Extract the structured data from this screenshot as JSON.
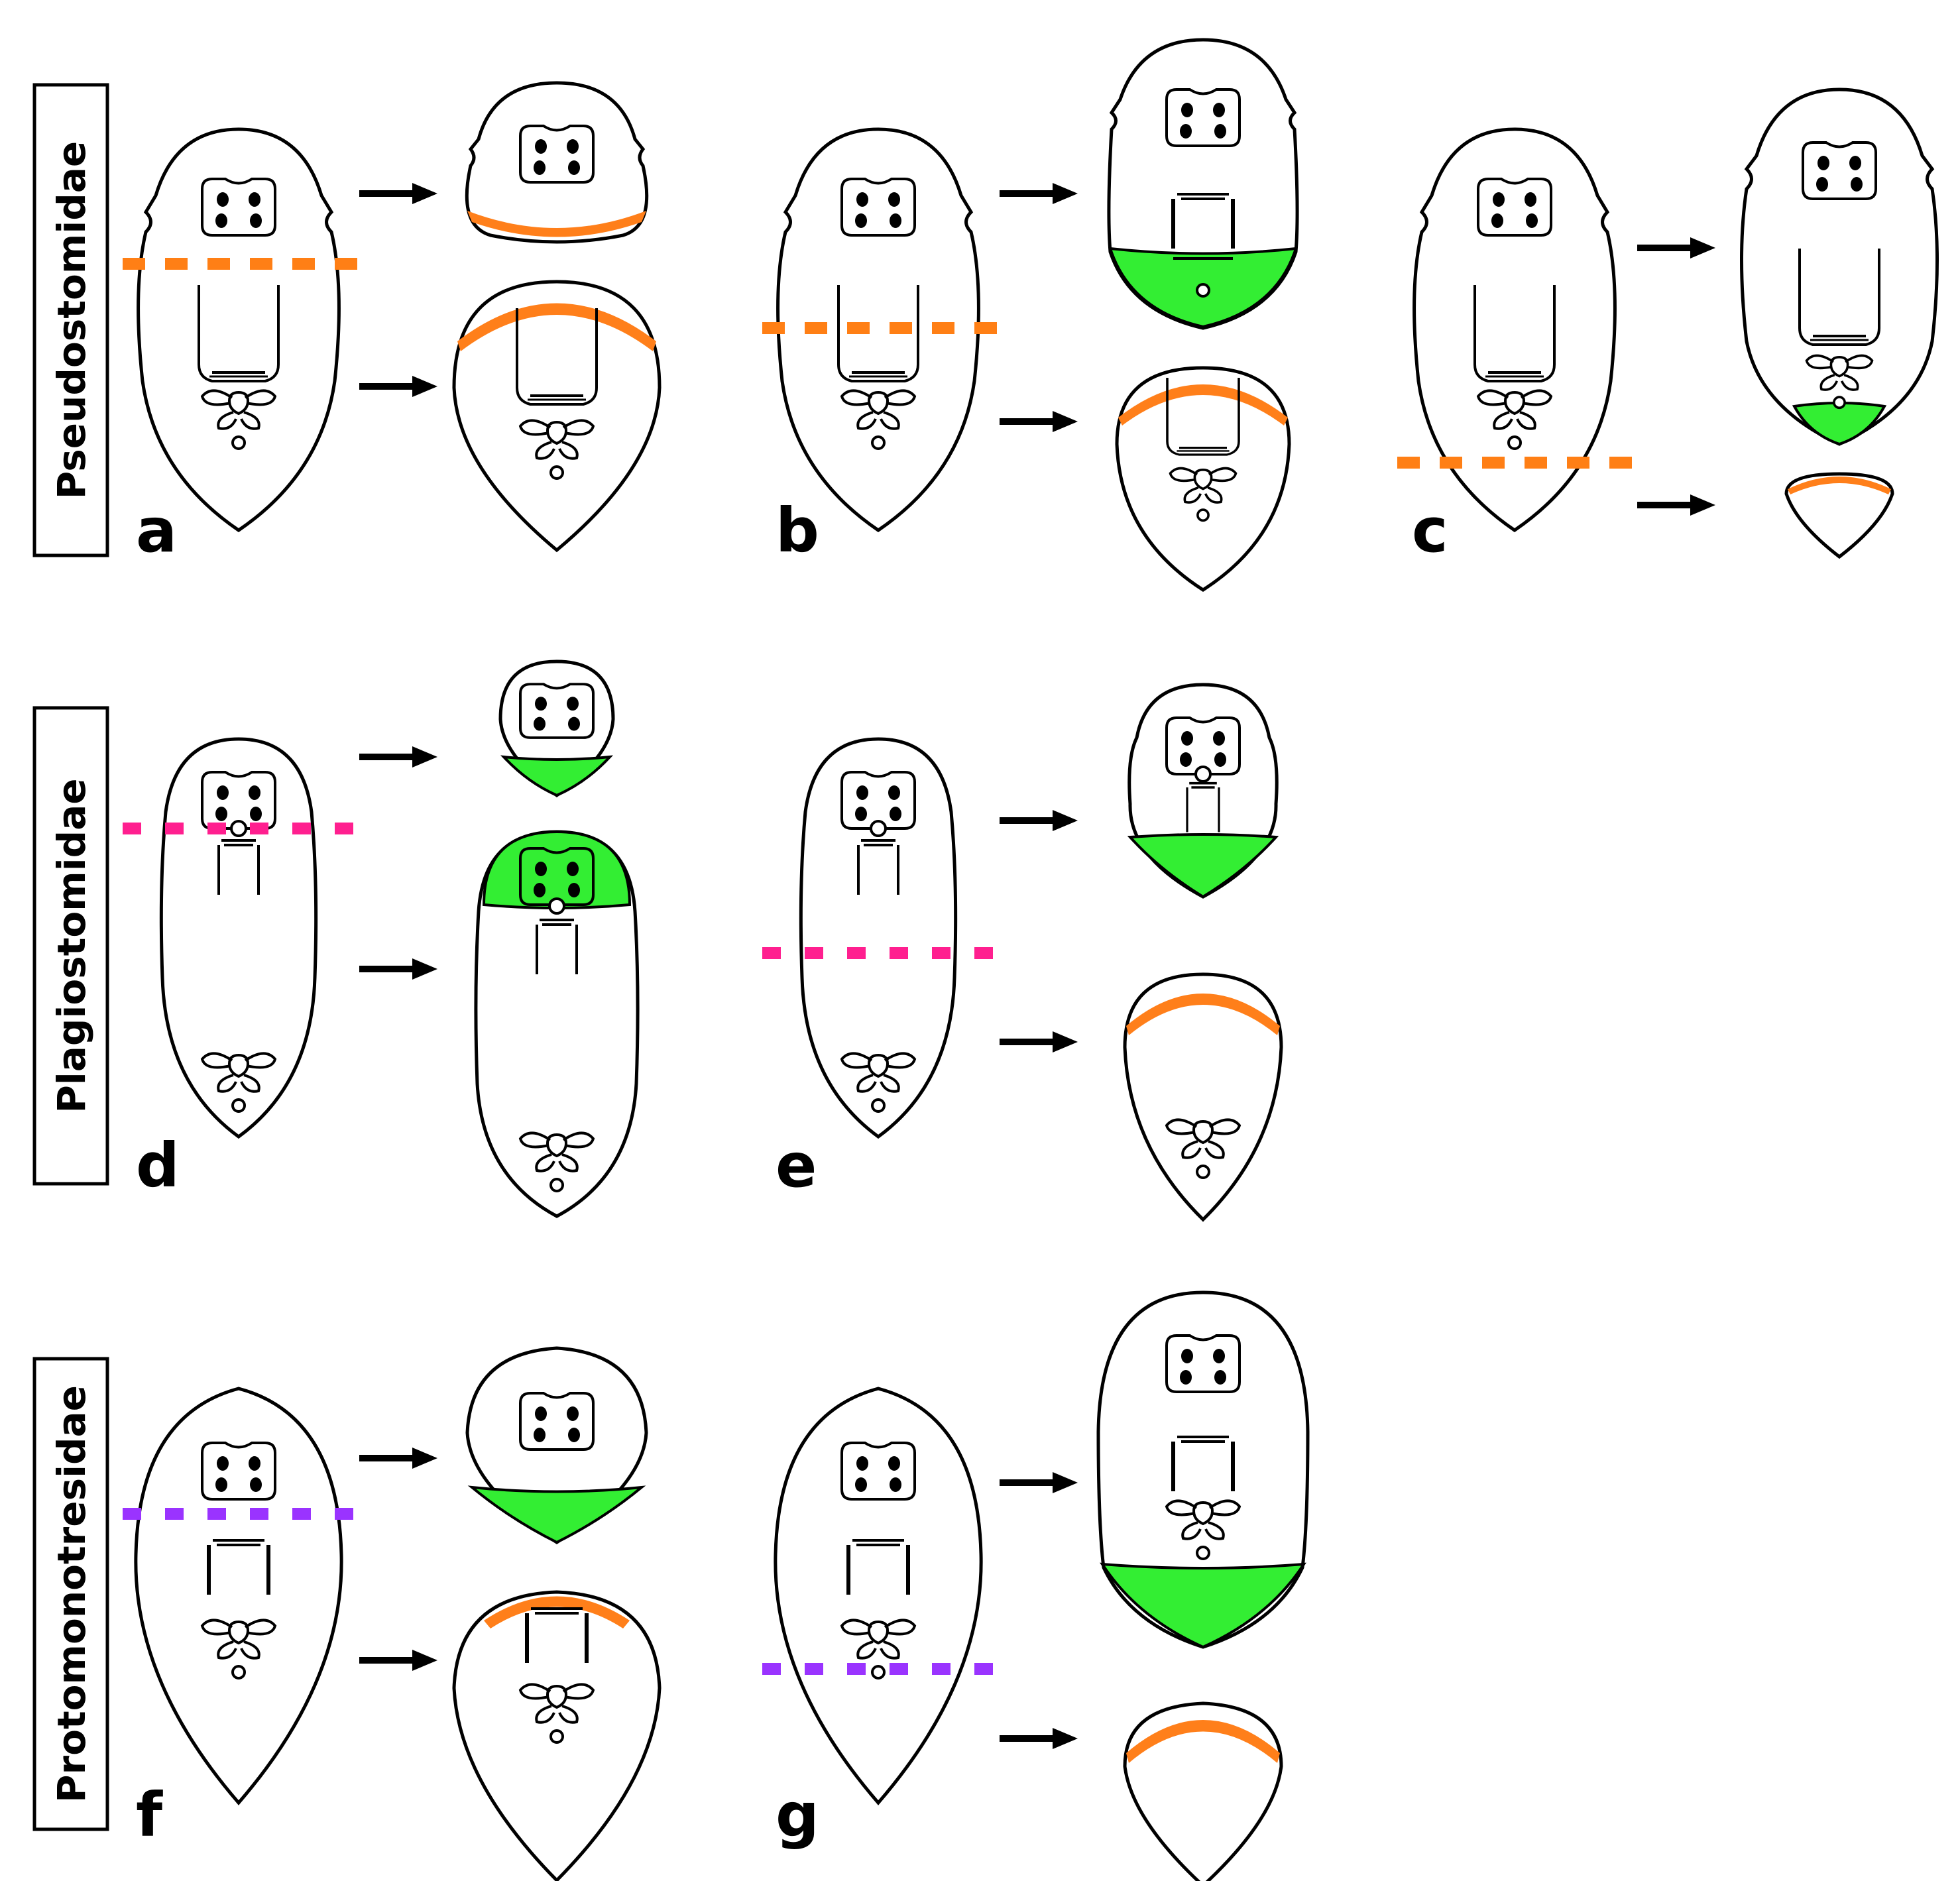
{
  "figure": {
    "colors": {
      "outline": "#000000",
      "cut_orange": "#ff7f15",
      "cut_pink": "#ff1f8f",
      "cut_purple": "#9a33ff",
      "wound_orange": "#ff7f1a",
      "regeneration_green": "#33ee33"
    },
    "families": [
      {
        "id": "pseudo",
        "label": "Pseudostomidae"
      },
      {
        "id": "plagio",
        "label": "Plagiostomidae"
      },
      {
        "id": "proto",
        "label": "Protomonotresidae"
      }
    ],
    "panels": [
      {
        "letter": "a",
        "family": "Pseudostomidae",
        "cut_color": "orange",
        "anterior_fragment": "wound closure",
        "posterior_fragment": "wound closure"
      },
      {
        "letter": "b",
        "family": "Pseudostomidae",
        "cut_color": "orange",
        "anterior_fragment": "regeneration",
        "posterior_fragment": "wound closure"
      },
      {
        "letter": "c",
        "family": "Pseudostomidae",
        "cut_color": "orange",
        "anterior_fragment": "regeneration",
        "posterior_fragment": "wound closure"
      },
      {
        "letter": "d",
        "family": "Plagiostomidae",
        "cut_color": "pink",
        "anterior_fragment": "regeneration",
        "posterior_fragment": "regeneration"
      },
      {
        "letter": "e",
        "family": "Plagiostomidae",
        "cut_color": "pink",
        "anterior_fragment": "regeneration",
        "posterior_fragment": "wound closure"
      },
      {
        "letter": "f",
        "family": "Protomonotresidae",
        "cut_color": "purple",
        "anterior_fragment": "regeneration",
        "posterior_fragment": "wound closure"
      },
      {
        "letter": "g",
        "family": "Protomonotresidae",
        "cut_color": "purple",
        "anterior_fragment": "regeneration",
        "posterior_fragment": "wound closure"
      }
    ],
    "icons": [
      "worm-body-icon",
      "eyes-icon",
      "pharynx-icon",
      "gonopore-icon",
      "arrow-right-icon"
    ]
  }
}
